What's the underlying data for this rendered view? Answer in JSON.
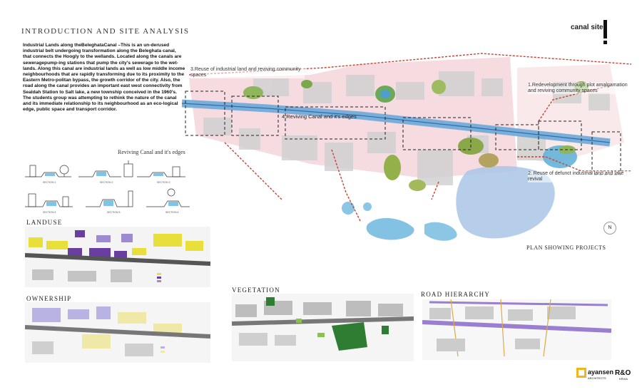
{
  "header": {
    "title": "INTRODUCTION AND SITE ANALYSIS",
    "site_tag": "canal site"
  },
  "intro": {
    "text": "Industrial Lands along theBeleghataCanal –This is an un-derused industrial belt undergoing transformation along the Beleghata canal, that connects the Hoogly to the wellands. Located along the canals are seweragepump-ing stations that pump the city's sewerage to the wet-lands. Along this canal are industrial lands as well as low middle income neighbourhoods that are rapidly transforming due to its proximity to the Eastern Metro-politan bypass, the growth corridor of the city. Also, the road along the canal provides an important east west connectivity from Sealdah Station to Salt lake, a new township conceived in the 1960's. The students group was attempting to rethink the nature of the canal and its immediate relationship to its neighbourhood as an eco-logical edge, public space and transport corridor."
  },
  "sections": {
    "title": "Reviving Canal and it's edges",
    "labels": [
      "SECTION 1",
      "SECTION 2",
      "SECTION 3",
      "SECTION 4",
      "SECTION 5",
      "SECTION 6"
    ]
  },
  "plan": {
    "title": "PLAN SHOWING PROJECTS",
    "north_symbol": "N",
    "labels": {
      "p3": "3.Reuse of industrial land and reviving community spaces",
      "p1": "1.Redevelopment through plot amalgamation and reviving community spaces",
      "p4": "4.Reviving Canal and it's edges",
      "p2": "2. Reuse of defunct industrial land and lake revival"
    }
  },
  "maps": {
    "landuse": "LANDUSE",
    "ownership": "OWNERSHIP",
    "vegetation": "VEGETATION",
    "road_hierarchy": "ROAD HIERARCHY"
  },
  "logo": {
    "name": "ayansen",
    "sub": "ARCHITECTS",
    "suffix": "R&O",
    "tag": "KRVIA"
  },
  "colors": {
    "canal": "#6aa8d8",
    "lake": "#5aaed8",
    "pink_zone": "#f3cfd6",
    "road_red": "#c8412f",
    "vegetation": "#2e7d32",
    "landuse_yellow": "#e8df3a",
    "landuse_purple": "#6a3ea1",
    "road_purple": "#9a7fd0"
  }
}
